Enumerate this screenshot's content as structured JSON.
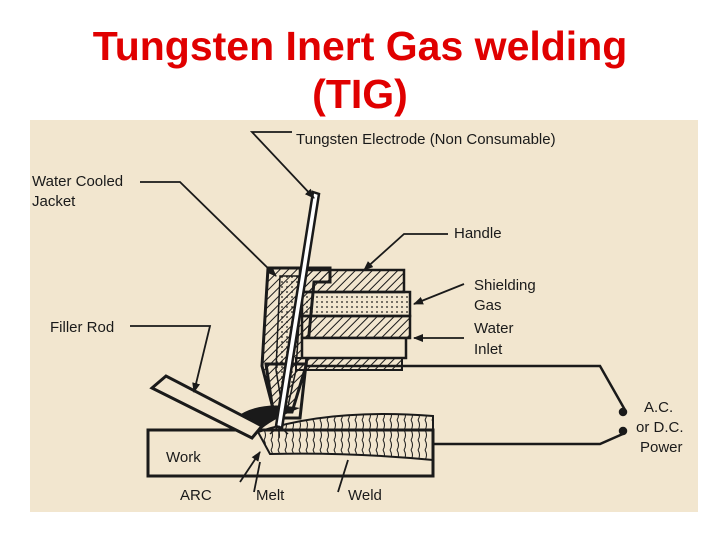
{
  "title": {
    "line1": "Tungsten Inert Gas welding",
    "line2": "(TIG)"
  },
  "colors": {
    "title": "#e00000",
    "panel_background": "#f2e6cf",
    "ink": "#1a1a1a"
  },
  "labels": {
    "tungsten_electrode": "Tungsten Electrode (Non Consumable)",
    "water_cooled_jacket_1": "Water Cooled",
    "water_cooled_jacket_2": "Jacket",
    "handle": "Handle",
    "shielding_gas_1": "Shielding",
    "shielding_gas_2": "Gas",
    "water_inlet_1": "Water",
    "water_inlet_2": "Inlet",
    "filler_rod": "Filler Rod",
    "power_1": "A.C.",
    "power_2": "or D.C.",
    "power_3": "Power",
    "work": "Work",
    "arc": "ARC",
    "melt": "Melt",
    "weld": "Weld"
  }
}
